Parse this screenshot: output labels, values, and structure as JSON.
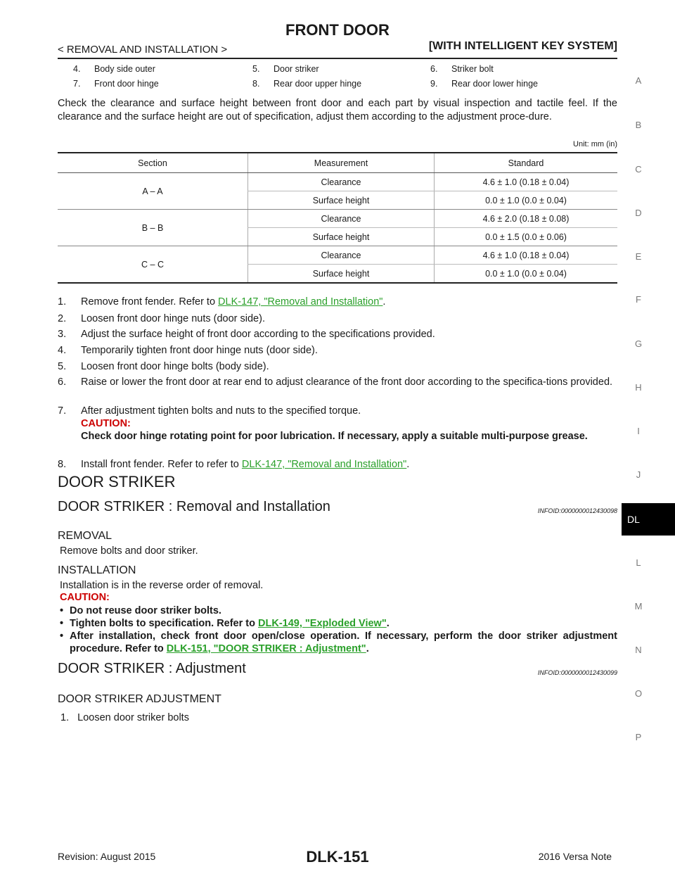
{
  "header": {
    "title": "FRONT DOOR",
    "section": "< REMOVAL AND INSTALLATION >",
    "system": "[WITH INTELLIGENT KEY SYSTEM]"
  },
  "legend": [
    [
      "4.",
      "Body side outer",
      "5.",
      "Door striker",
      "6.",
      "Striker bolt"
    ],
    [
      "7.",
      "Front door hinge",
      "8.",
      "Rear door upper hinge",
      "9.",
      "Rear door lower hinge"
    ]
  ],
  "intro": "Check the clearance and surface height between front door and each part by visual inspection and tactile feel. If the clearance and the surface height are out of specification, adjust them according to the adjustment proce-dure.",
  "unit": "Unit: mm (in)",
  "table": {
    "headers": [
      "Section",
      "Measurement",
      "Standard"
    ],
    "groups": [
      {
        "section": "A – A",
        "rows": [
          [
            "Clearance",
            "4.6 ± 1.0 (0.18 ± 0.04)"
          ],
          [
            "Surface height",
            "0.0 ± 1.0 (0.0 ± 0.04)"
          ]
        ]
      },
      {
        "section": "B – B",
        "rows": [
          [
            "Clearance",
            "4.6 ± 2.0 (0.18 ± 0.08)"
          ],
          [
            "Surface height",
            "0.0 ± 1.5 (0.0 ± 0.06)"
          ]
        ]
      },
      {
        "section": "C – C",
        "rows": [
          [
            "Clearance",
            "4.6 ± 1.0 (0.18 ± 0.04)"
          ],
          [
            "Surface height",
            "0.0 ± 1.0 (0.0 ± 0.04)"
          ]
        ]
      }
    ]
  },
  "steps": [
    {
      "n": "1.",
      "text": "Remove front fender. Refer to ",
      "link": "DLK-147, \"Removal and Installation\"",
      "after": "."
    },
    {
      "n": "2.",
      "text": "Loosen front door hinge nuts (door side)."
    },
    {
      "n": "3.",
      "text": "Adjust the surface height of front door according to the specifications provided."
    },
    {
      "n": "4.",
      "text": "Temporarily tighten front door hinge nuts (door side)."
    },
    {
      "n": "5.",
      "text": "Loosen front door hinge bolts (body side)."
    },
    {
      "n": "6.",
      "text": "Raise or lower the front door at rear end to adjust clearance of the front door according to the specifica-tions provided."
    },
    {
      "n": "7.",
      "text": "After adjustment tighten bolts and nuts to the specified torque.",
      "caution_label": "CAUTION:",
      "caution_text": "Check door hinge rotating point for poor lubrication. If necessary, apply a suitable multi-purpose grease."
    },
    {
      "n": "8.",
      "text": "Install front fender. Refer to refer to ",
      "link": "DLK-147, \"Removal and Installation\"",
      "after": "."
    }
  ],
  "door_striker": {
    "heading": "DOOR STRIKER",
    "removal_install": {
      "heading": "DOOR STRIKER : Removal and Installation",
      "infoid": "INFOID:0000000012430098",
      "removal_heading": "REMOVAL",
      "removal_text": "Remove bolts and door striker.",
      "install_heading": "INSTALLATION",
      "install_text": "Installation is in the reverse order of removal.",
      "caution_label": "CAUTION:",
      "bullets": [
        {
          "text": "Do not reuse door striker bolts."
        },
        {
          "text": "Tighten bolts to specification. Refer to ",
          "link": "DLK-149, \"Exploded View\"",
          "after": "."
        },
        {
          "text": "After installation, check front door open/close operation. If necessary, perform the door striker adjustment procedure. Refer to ",
          "link": "DLK-151, \"DOOR STRIKER : Adjustment\"",
          "after": "."
        }
      ]
    },
    "adjustment": {
      "heading": "DOOR STRIKER : Adjustment",
      "infoid": "INFOID:0000000012430099",
      "sub_heading": "DOOR STRIKER ADJUSTMENT",
      "step1": "1.   Loosen door striker bolts"
    }
  },
  "side_index": [
    "A",
    "B",
    "C",
    "D",
    "E",
    "F",
    "G",
    "H",
    "I",
    "J",
    "DL",
    "L",
    "M",
    "N",
    "O",
    "P"
  ],
  "footer": {
    "revision": "Revision: August 2015",
    "page": "DLK-151",
    "model": "2016 Versa Note"
  }
}
